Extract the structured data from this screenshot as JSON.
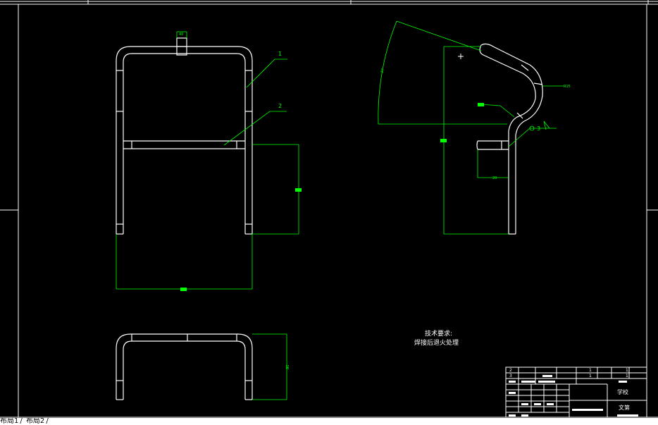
{
  "colors": {
    "background": "#000000",
    "geometry": "#ffffff",
    "dimension": "#00ff00",
    "grip": "#00ff00"
  },
  "callouts": {
    "part_1": "1",
    "part_2": "2",
    "part_3": "3"
  },
  "dimensions": {
    "top_tab": "40",
    "radius": "R15",
    "small": "20",
    "height_bottom": "80",
    "arc": "37"
  },
  "notes": {
    "title": "技术要求:",
    "line1": "焊接后退火处理"
  },
  "title_block": {
    "school_label": "学校",
    "subject_label": "文第",
    "cells": [
      "2",
      "3",
      "1",
      "1",
      "1",
      "1"
    ]
  },
  "layout_tabs": [
    "布局1",
    "/",
    "布局2",
    "/"
  ]
}
